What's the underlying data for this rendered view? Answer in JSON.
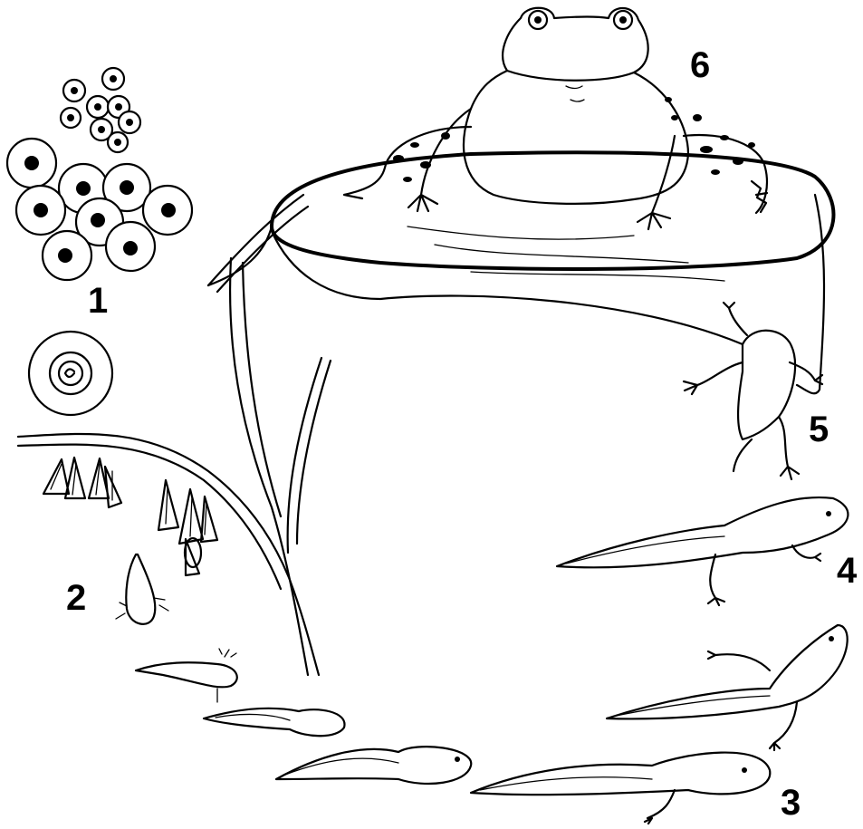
{
  "stages": [
    {
      "label": "1",
      "icon": "frog-eggs-icon"
    },
    {
      "label": "2",
      "icon": "hatchling-icon"
    },
    {
      "label": "3",
      "icon": "tadpole-icon"
    },
    {
      "label": "4",
      "icon": "tadpole-with-legs-icon"
    },
    {
      "label": "5",
      "icon": "froglet-icon"
    },
    {
      "label": "6",
      "icon": "adult-frog-icon"
    }
  ]
}
